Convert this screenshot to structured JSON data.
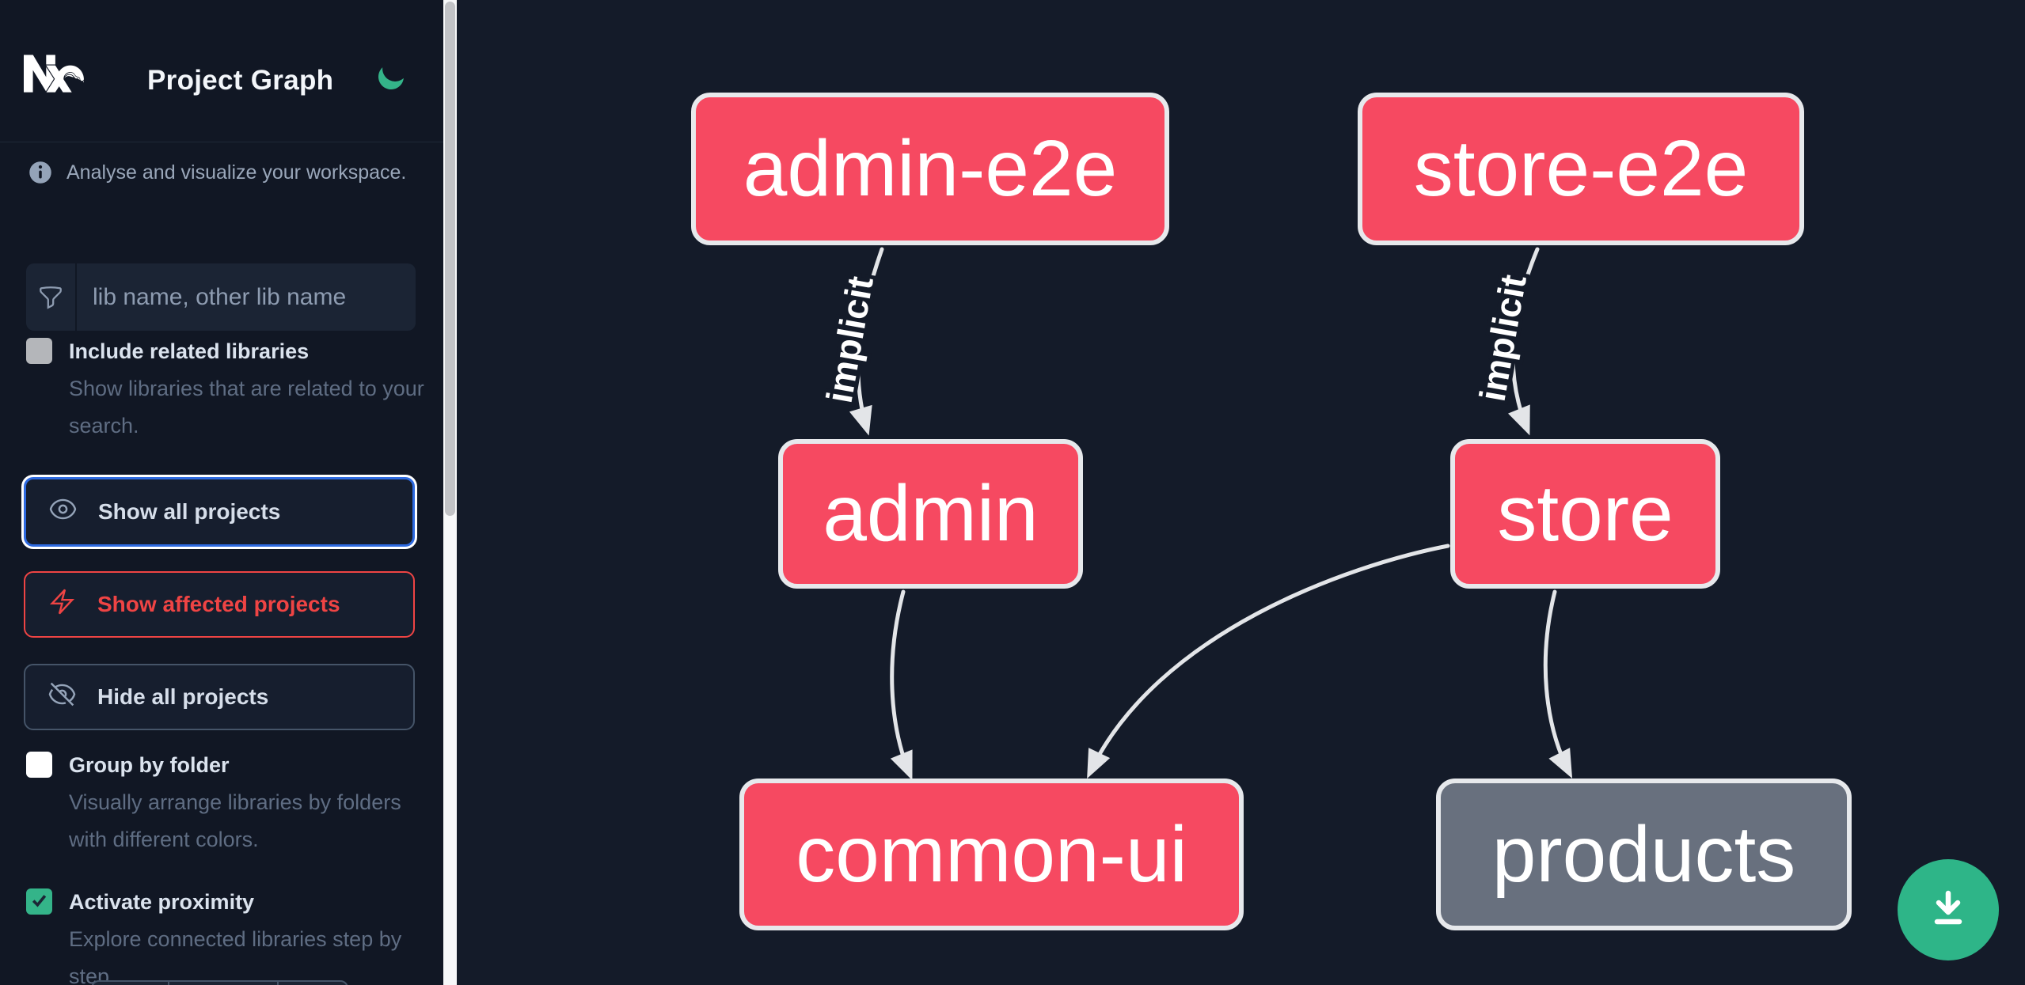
{
  "app": {
    "title": "Project Graph",
    "logo": "nx-logo",
    "theme_toggle": "moon-icon"
  },
  "sidebar": {
    "tagline": "Analyse and visualize your workspace.",
    "search": {
      "placeholder": "lib name, other lib name",
      "value": "",
      "icon": "funnel-icon"
    },
    "options": [
      {
        "label": "Include related libraries",
        "description": "Show libraries that are related to your search.",
        "checked": false
      },
      {
        "label": "Group by folder",
        "description": "Visually arrange libraries by folders with different colors.",
        "checked": false
      },
      {
        "label": "Activate proximity",
        "description": "Explore connected libraries step by step.",
        "checked": true
      }
    ],
    "actions": [
      {
        "label": "Show all projects",
        "icon": "eye-icon",
        "state": "focused"
      },
      {
        "label": "Show affected projects",
        "icon": "bolt-icon",
        "state": "affected"
      },
      {
        "label": "Hide all projects",
        "icon": "eye-off-icon",
        "state": "default"
      }
    ]
  },
  "graph": {
    "nodes": [
      {
        "id": "admin-e2e",
        "label": "admin-e2e",
        "status": "affected",
        "color": "#f64961"
      },
      {
        "id": "store-e2e",
        "label": "store-e2e",
        "status": "affected",
        "color": "#f64961"
      },
      {
        "id": "admin",
        "label": "admin",
        "status": "affected",
        "color": "#f64961"
      },
      {
        "id": "store",
        "label": "store",
        "status": "affected",
        "color": "#f64961"
      },
      {
        "id": "common-ui",
        "label": "common-ui",
        "status": "affected",
        "color": "#f64961"
      },
      {
        "id": "products",
        "label": "products",
        "status": "unaffected",
        "color": "#68707e"
      }
    ],
    "edges": [
      {
        "from": "admin-e2e",
        "to": "admin",
        "label": "implicit"
      },
      {
        "from": "store-e2e",
        "to": "store",
        "label": "implicit"
      },
      {
        "from": "admin",
        "to": "common-ui",
        "label": ""
      },
      {
        "from": "store",
        "to": "common-ui",
        "label": ""
      },
      {
        "from": "store",
        "to": "products",
        "label": ""
      }
    ]
  },
  "fab": {
    "icon": "download-icon",
    "color": "#2eb588"
  },
  "colors": {
    "sidebar_bg": "#111724",
    "canvas_bg": "#141b29",
    "affected_node": "#f64961",
    "unaffected_node": "#68707e",
    "node_border": "#e7e9ec",
    "edge": "#e3e5e8",
    "focus_blue": "#2e6ae0",
    "affected_red": "#ef4444",
    "accent_green": "#34b489"
  }
}
